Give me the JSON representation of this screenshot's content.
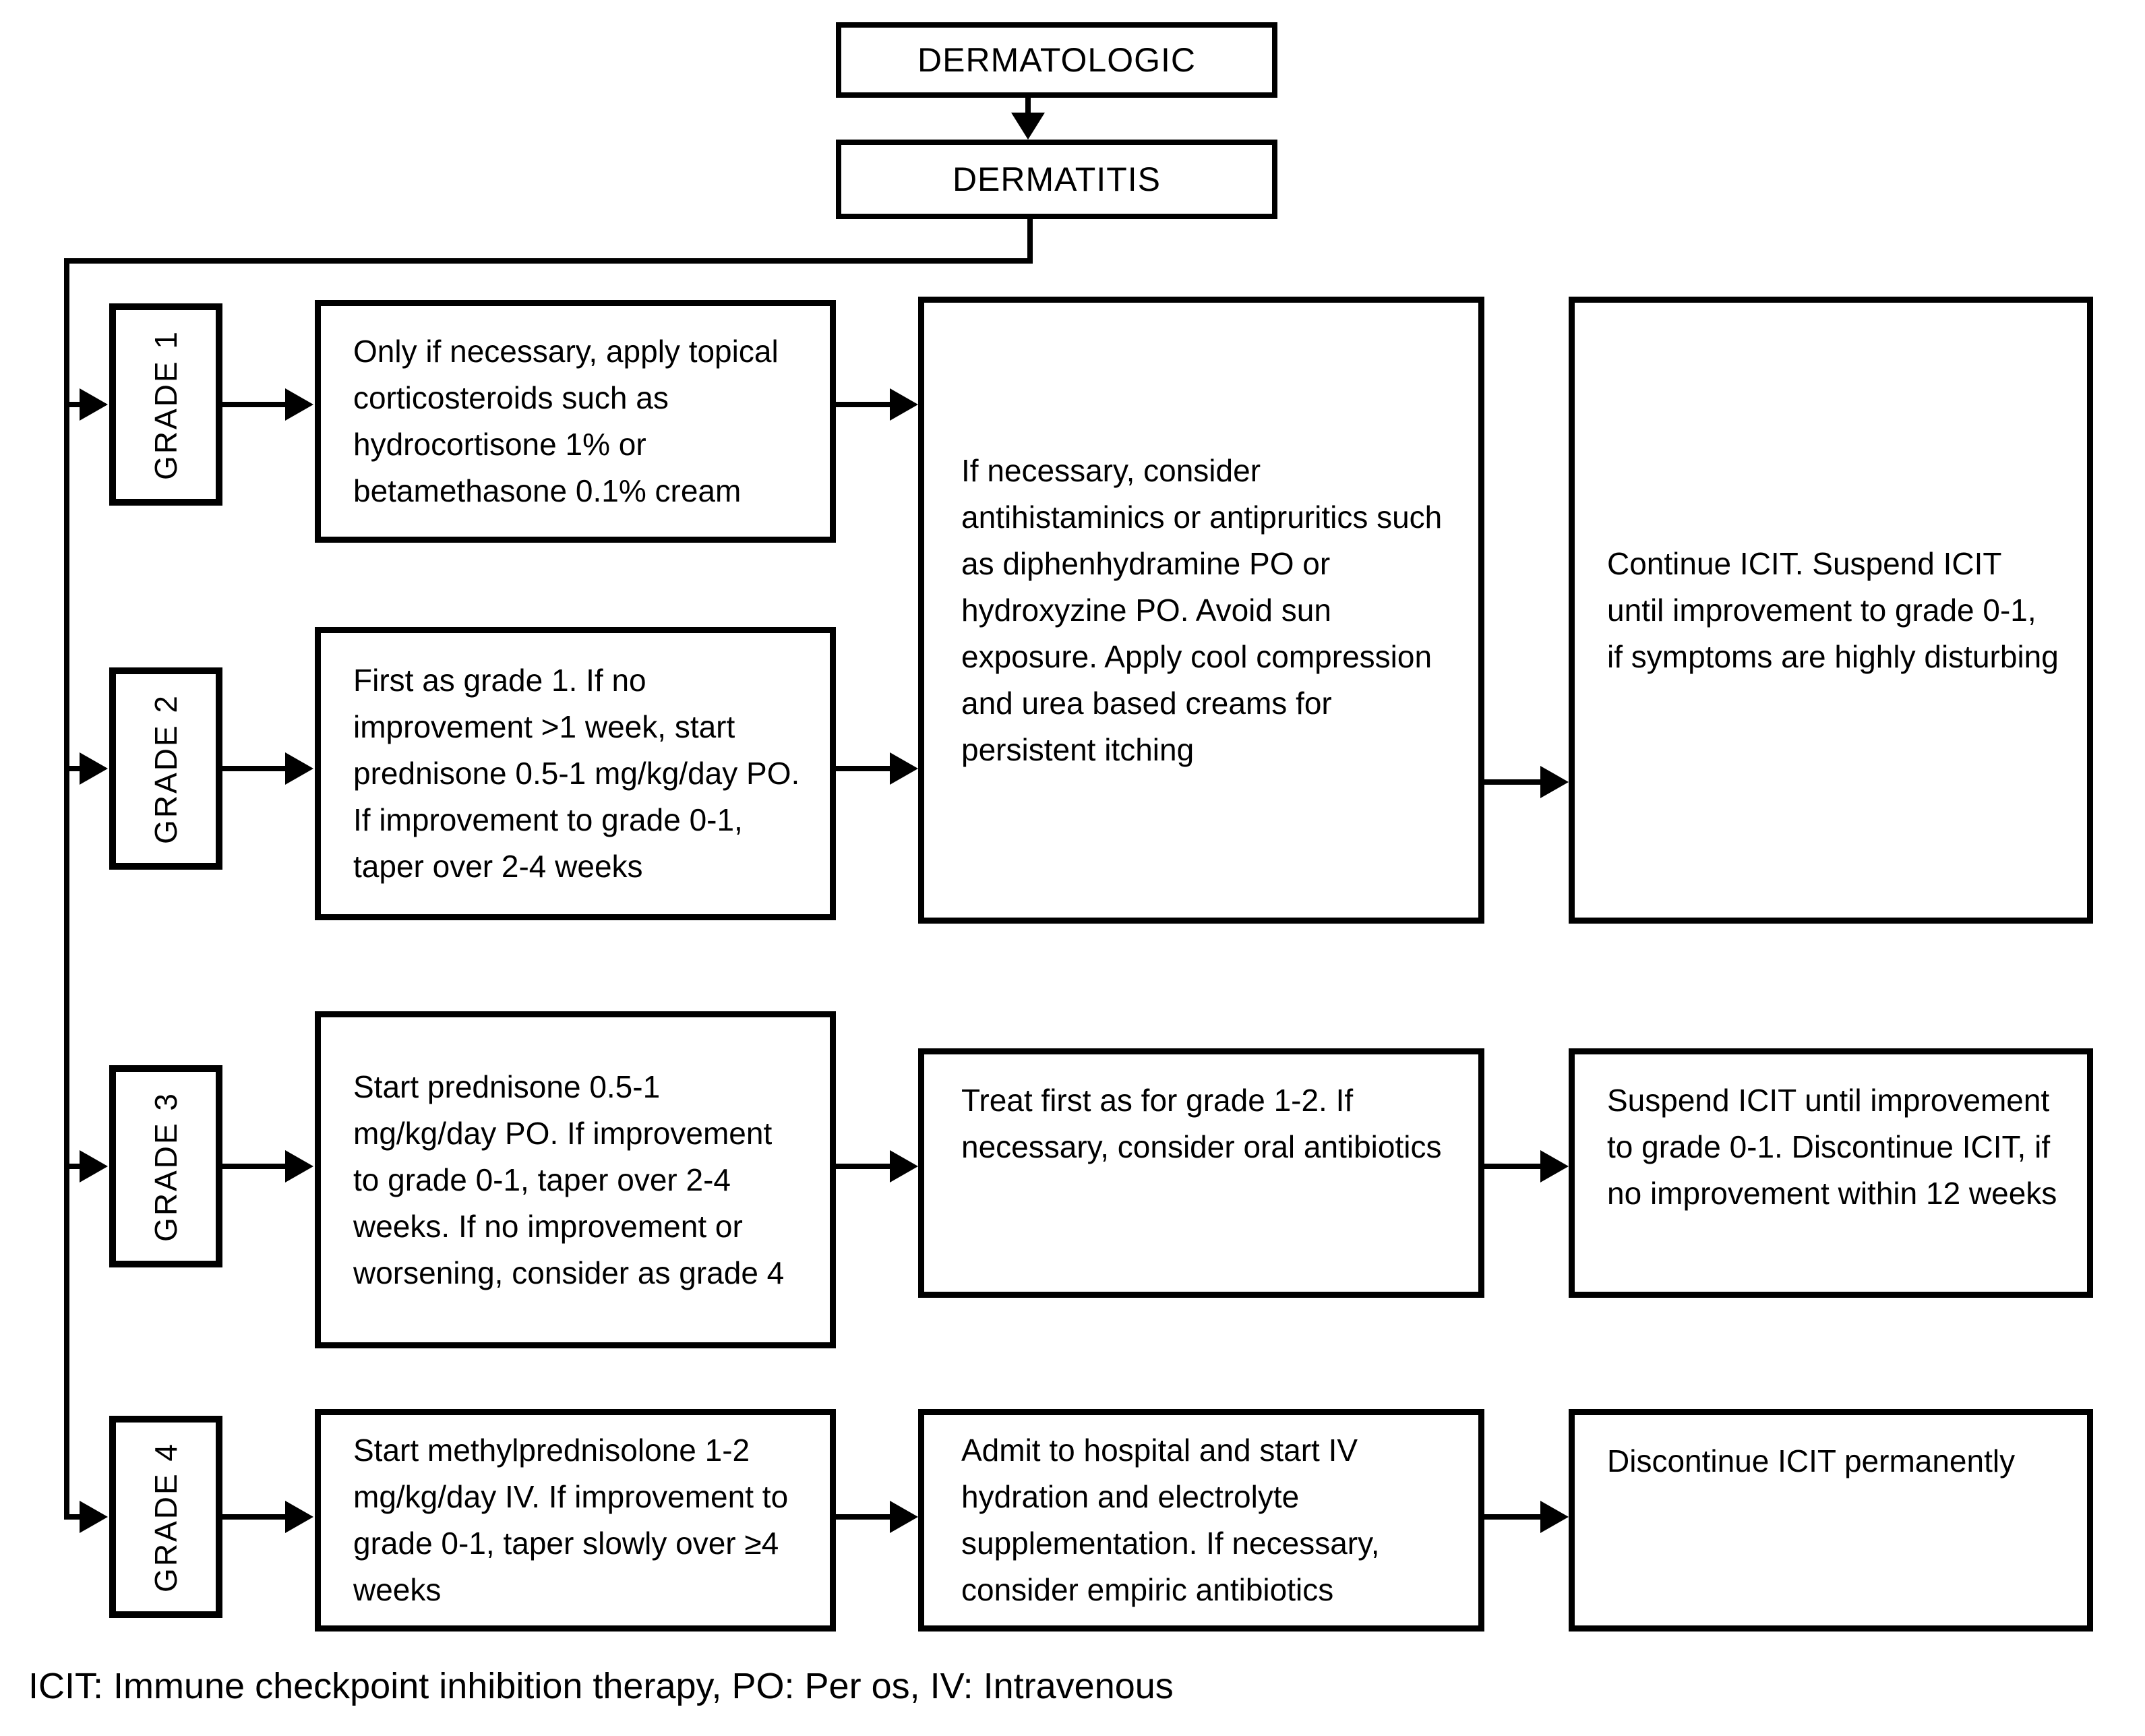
{
  "title_nodes": {
    "root": "DERMATOLOGIC",
    "condition": "DERMATITIS"
  },
  "grade_rows": [
    {
      "label": "GRADE 1",
      "treatment": "Only if necessary, apply topical corticosteroids such as hydrocortisone 1% or betamethasone 0.1% cream"
    },
    {
      "label": "GRADE 2",
      "treatment": "First as grade 1. If no improvement >1 week, start prednisone 0.5-1 mg/kg/day PO. If improvement to grade 0-1, taper over 2-4 weeks"
    },
    {
      "label": "GRADE 3",
      "treatment": "Start prednisone 0.5-1 mg/kg/day PO. If improvement to grade 0-1, taper over 2-4 weeks. If no improvement or worsening, consider as grade 4",
      "supportive_care": "Treat first as for grade 1-2. If necessary, consider oral antibiotics",
      "icit_decision": "Suspend ICIT until improvement to grade 0-1. Discontinue ICIT, if no improvement within 12 weeks"
    },
    {
      "label": "GRADE 4",
      "treatment": "Start methylprednisolone 1-2 mg/kg/day IV. If improvement to grade 0-1, taper slowly over ≥4 weeks",
      "supportive_care": "Admit to hospital and start IV hydration and electrolyte supplementation. If necessary, consider empiric antibiotics",
      "icit_decision": "Discontinue ICIT permanently"
    }
  ],
  "grade_1_2_shared": {
    "supportive_care": "If necessary, consider antihistaminics or antipruritics such as diphenhydramine PO or hydroxyzine PO. Avoid sun exposure. Apply cool compression and urea based creams for persistent itching",
    "icit_decision": "Continue ICIT. Suspend ICIT until improvement to grade 0-1, if symptoms are highly disturbing"
  },
  "footnote": "ICIT: Immune checkpoint inhibition therapy, PO: Per os, IV: Intravenous",
  "colors": {
    "ink": "#000000",
    "background": "#ffffff"
  }
}
